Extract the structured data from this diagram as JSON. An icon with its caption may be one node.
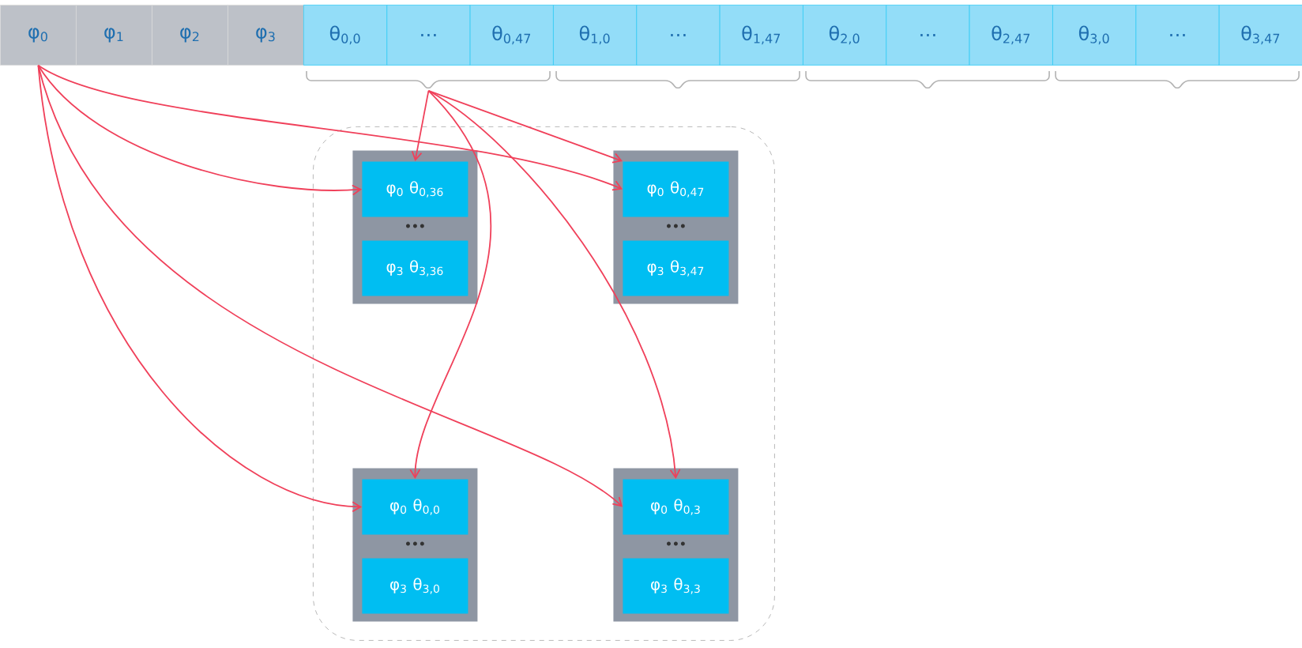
{
  "diagram": {
    "nodes": [
      {
        "text": [
          "φ$_{0}$"
        ]
      },
      {
        "text": [
          "φ$_{1}$"
        ]
      },
      {
        "text": [
          "φ$_{2}$"
        ]
      },
      {
        "text": [
          "φ$_{3}$"
        ]
      },
      {
        "text": [
          "θ$_{0,0}$"
        ]
      },
      {
        "text": [
          "…"
        ]
      },
      {
        "text": [
          "θ$_{0,47}$"
        ]
      },
      {
        "text": [
          "θ$_{1,0}$"
        ]
      },
      {
        "text": [
          "…"
        ]
      },
      {
        "text": [
          "θ$_{1,47}$"
        ]
      },
      {
        "text": [
          "θ$_{2,0}$"
        ]
      },
      {
        "text": [
          "…"
        ]
      },
      {
        "text": [
          "θ$_{2,47}$"
        ]
      },
      {
        "text": [
          "θ$_{3,0}$"
        ]
      },
      {
        "text": [
          "…"
        ]
      },
      {
        "text": [
          "θ$_{3,47}$"
        ]
      },
      {
        "text": [],
        "shape": "brace"
      },
      {
        "text": [],
        "shape": "brace"
      },
      {
        "text": [],
        "shape": "brace"
      },
      {
        "text": [],
        "shape": "brace"
      },
      {
        "text": [],
        "shape": "box"
      },
      {
        "text": [
          "•••"
        ],
        "in": 20
      },
      {
        "text": [
          "φ$_{0}$ θ$_{0,36}$"
        ],
        "in": 21
      },
      {
        "text": [
          "φ$_{3}$ θ$_{3,36}$"
        ],
        "in": 21
      },
      {
        "text": [
          "•••"
        ],
        "in": 20
      },
      {
        "text": [
          "φ$_{0}$ θ$_{0,47}$"
        ],
        "in": 24
      },
      {
        "text": [
          "φ$_{3}$ θ$_{3,47}$"
        ],
        "in": 24
      },
      {
        "text": [
          "•••"
        ],
        "in": 20
      },
      {
        "text": [
          "φ$_{0}$ θ$_{0,0}$"
        ],
        "in": 27
      },
      {
        "text": [
          "φ$_{3}$ θ$_{3,0}$"
        ],
        "in": 27
      },
      {
        "text": [
          "•••"
        ],
        "in": 20
      },
      {
        "text": [
          "φ$_{0}$ θ$_{0,3}$"
        ],
        "in": 30
      },
      {
        "text": [
          "φ$_{3}$ θ$_{3,3}$"
        ],
        "in": 30
      }
    ],
    "edges": [
      {
        "from": 0,
        "to": 22,
        "arrow": "to"
      },
      {
        "from": 0,
        "to": 25,
        "arrow": "to"
      },
      {
        "from": 0,
        "to": 28,
        "arrow": "to"
      },
      {
        "from": 0,
        "to": 31,
        "arrow": "to"
      },
      {
        "from": 16,
        "to": 22,
        "arrow": "to"
      },
      {
        "from": 16,
        "to": 25,
        "arrow": "to"
      },
      {
        "from": 16,
        "to": 28,
        "arrow": "to"
      },
      {
        "from": 16,
        "to": 31,
        "arrow": "to"
      }
    ]
  }
}
